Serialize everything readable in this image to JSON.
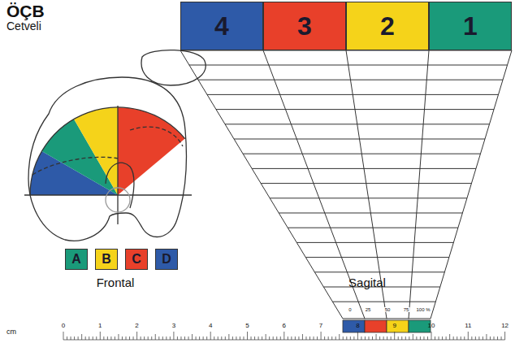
{
  "diagram": {
    "title": "ÖÇB",
    "nodes": [
      {
        "text": [
          "4"
        ]
      },
      {
        "text": [
          "3"
        ]
      },
      {
        "text": [
          "2"
        ]
      },
      {
        "text": [
          "1"
        ]
      },
      {
        "text": [
          "A"
        ]
      },
      {
        "text": [
          "B"
        ]
      },
      {
        "text": [
          "C"
        ]
      },
      {
        "text": [
          "D"
        ]
      }
    ],
    "labels": [
      "Cetveli",
      "Frontal",
      "Sagital",
      "0",
      "25",
      "50",
      "75",
      "100 %",
      "cm",
      "0",
      "1",
      "2",
      "3",
      "4",
      "5",
      "6",
      "7",
      "8",
      "9",
      "10",
      "11",
      "12"
    ]
  }
}
